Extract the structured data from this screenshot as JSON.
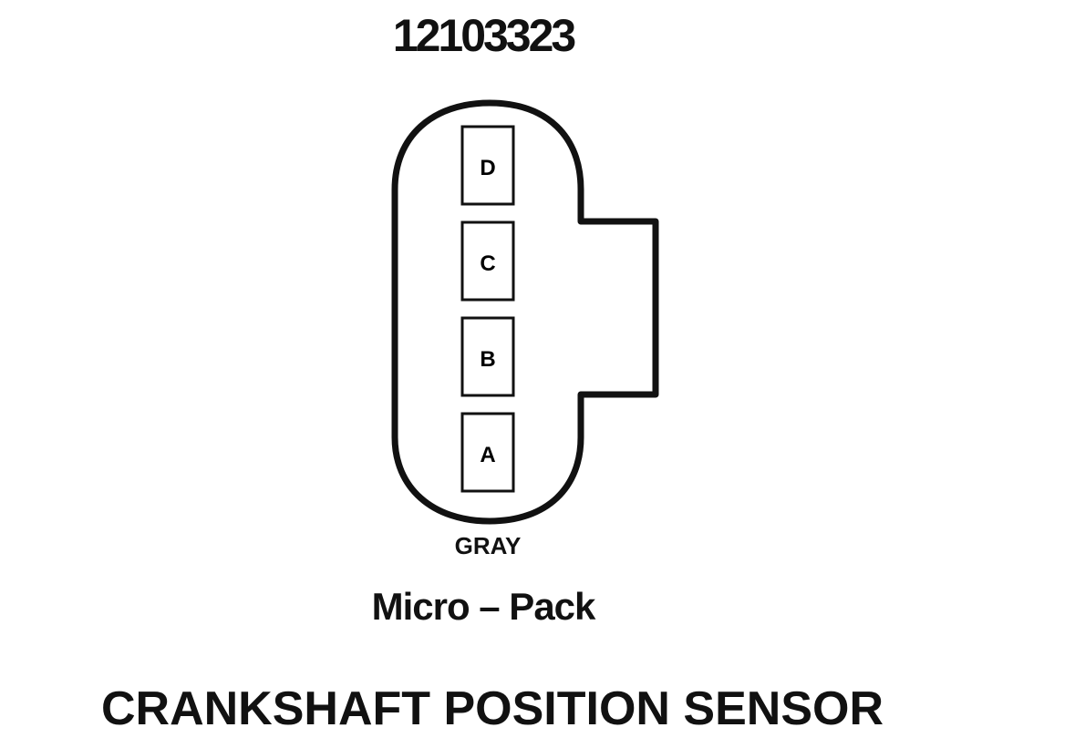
{
  "part_number": "12103323",
  "connector": {
    "pins": [
      "D",
      "C",
      "B",
      "A"
    ],
    "color_label": "GRAY",
    "type_label": "Micro – Pack"
  },
  "sensor_name": "CRANKSHAFT POSITION SENSOR",
  "colors": {
    "ink": "#111111",
    "background": "#ffffff"
  }
}
